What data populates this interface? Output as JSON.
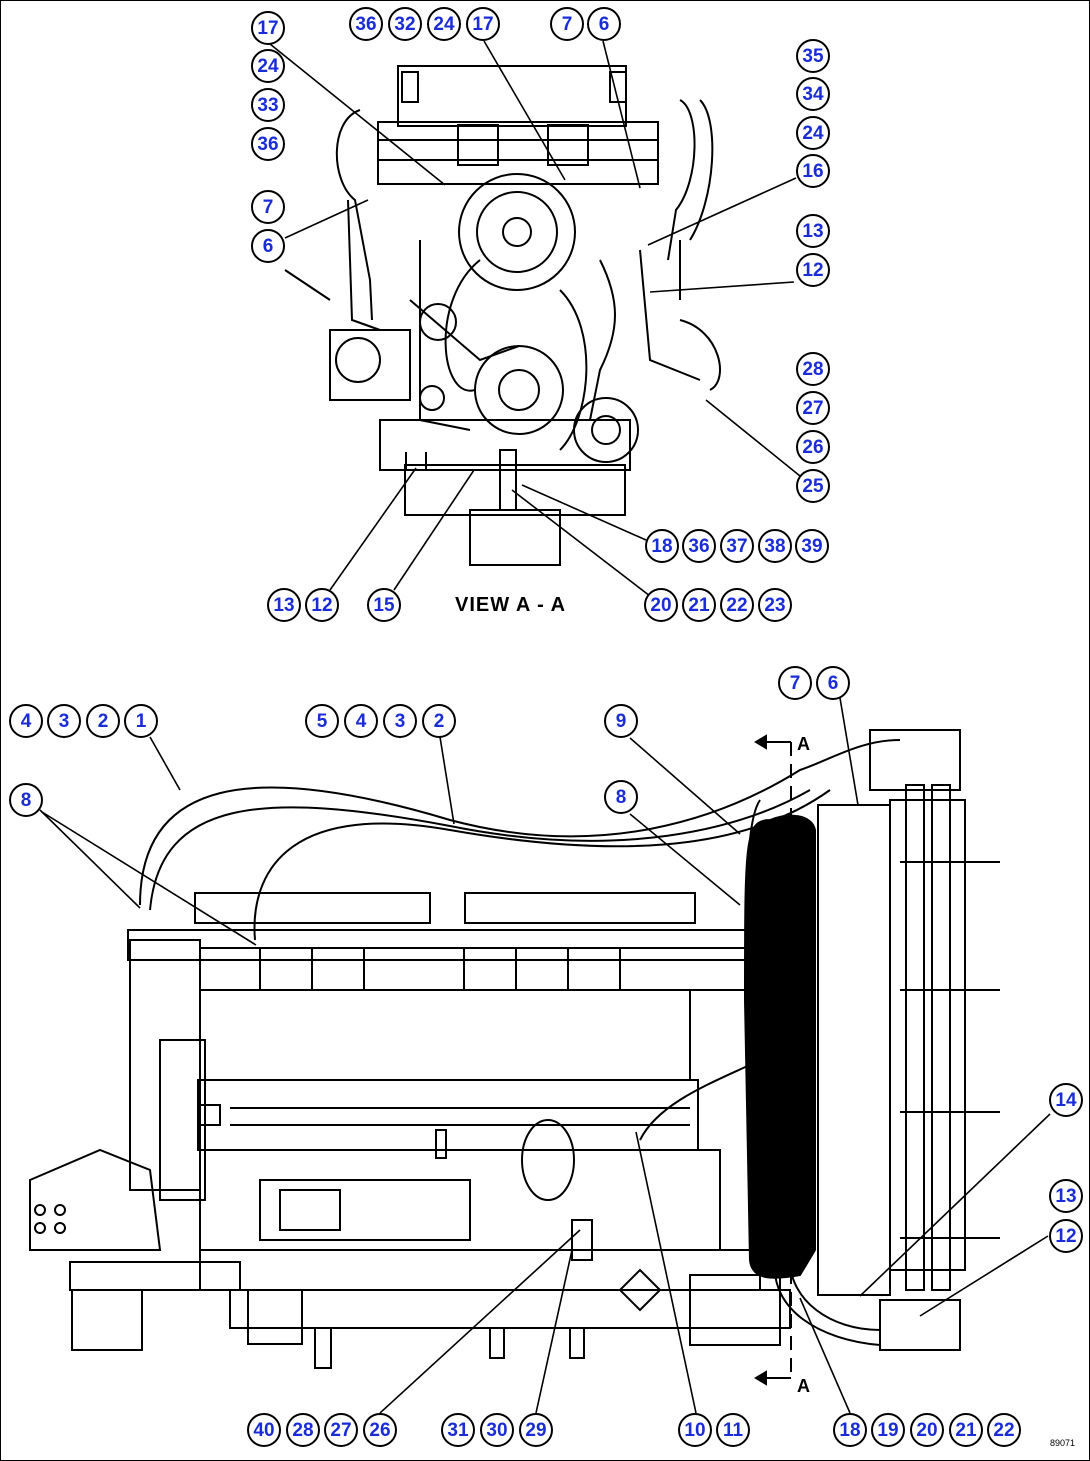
{
  "view_title": "VIEW A - A",
  "section_marker": "A",
  "drawing_id": "89071",
  "callout_color": "#1a2cd8",
  "line_color": "#000000",
  "upper_view": {
    "callouts": [
      "36",
      "32",
      "24",
      "17",
      "7",
      "6",
      "17",
      "24",
      "33",
      "36",
      "7",
      "6",
      "35",
      "34",
      "24",
      "16",
      "13",
      "12",
      "28",
      "27",
      "26",
      "25",
      "18",
      "36",
      "37",
      "38",
      "39",
      "13",
      "12",
      "15",
      "20",
      "21",
      "22",
      "23"
    ]
  },
  "lower_view": {
    "callouts": [
      "4",
      "3",
      "2",
      "1",
      "5",
      "4",
      "3",
      "2",
      "9",
      "7",
      "6",
      "8",
      "8",
      "14",
      "13",
      "12",
      "40",
      "28",
      "27",
      "26",
      "31",
      "30",
      "29",
      "10",
      "11",
      "18",
      "19",
      "20",
      "21",
      "22"
    ]
  }
}
